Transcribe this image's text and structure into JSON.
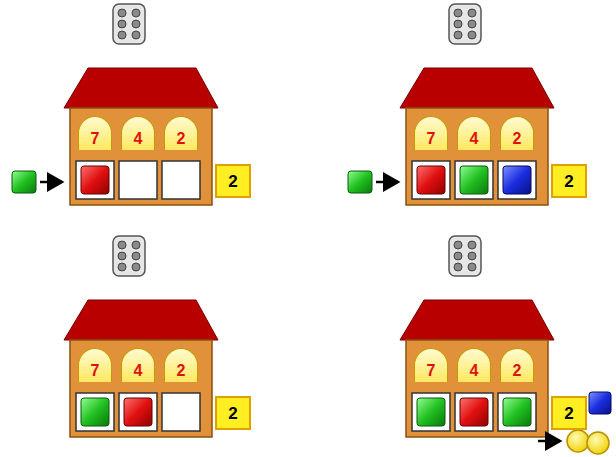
{
  "diagram": {
    "nodes": [
      {
        "text": [
          "7"
        ]
      },
      {
        "text": [
          "4"
        ]
      },
      {
        "text": [
          "2"
        ]
      },
      {
        "text": [
          "2"
        ]
      },
      {
        "text": [
          "7"
        ]
      },
      {
        "text": [
          "4"
        ]
      },
      {
        "text": [
          "2"
        ]
      },
      {
        "text": [
          "2"
        ]
      },
      {
        "text": [
          "7"
        ]
      },
      {
        "text": [
          "4"
        ]
      },
      {
        "text": [
          "2"
        ]
      },
      {
        "text": [
          "2"
        ]
      },
      {
        "text": [
          "7"
        ]
      },
      {
        "text": [
          "4"
        ]
      },
      {
        "text": [
          "2"
        ]
      },
      {
        "text": [
          "2"
        ]
      }
    ]
  }
}
